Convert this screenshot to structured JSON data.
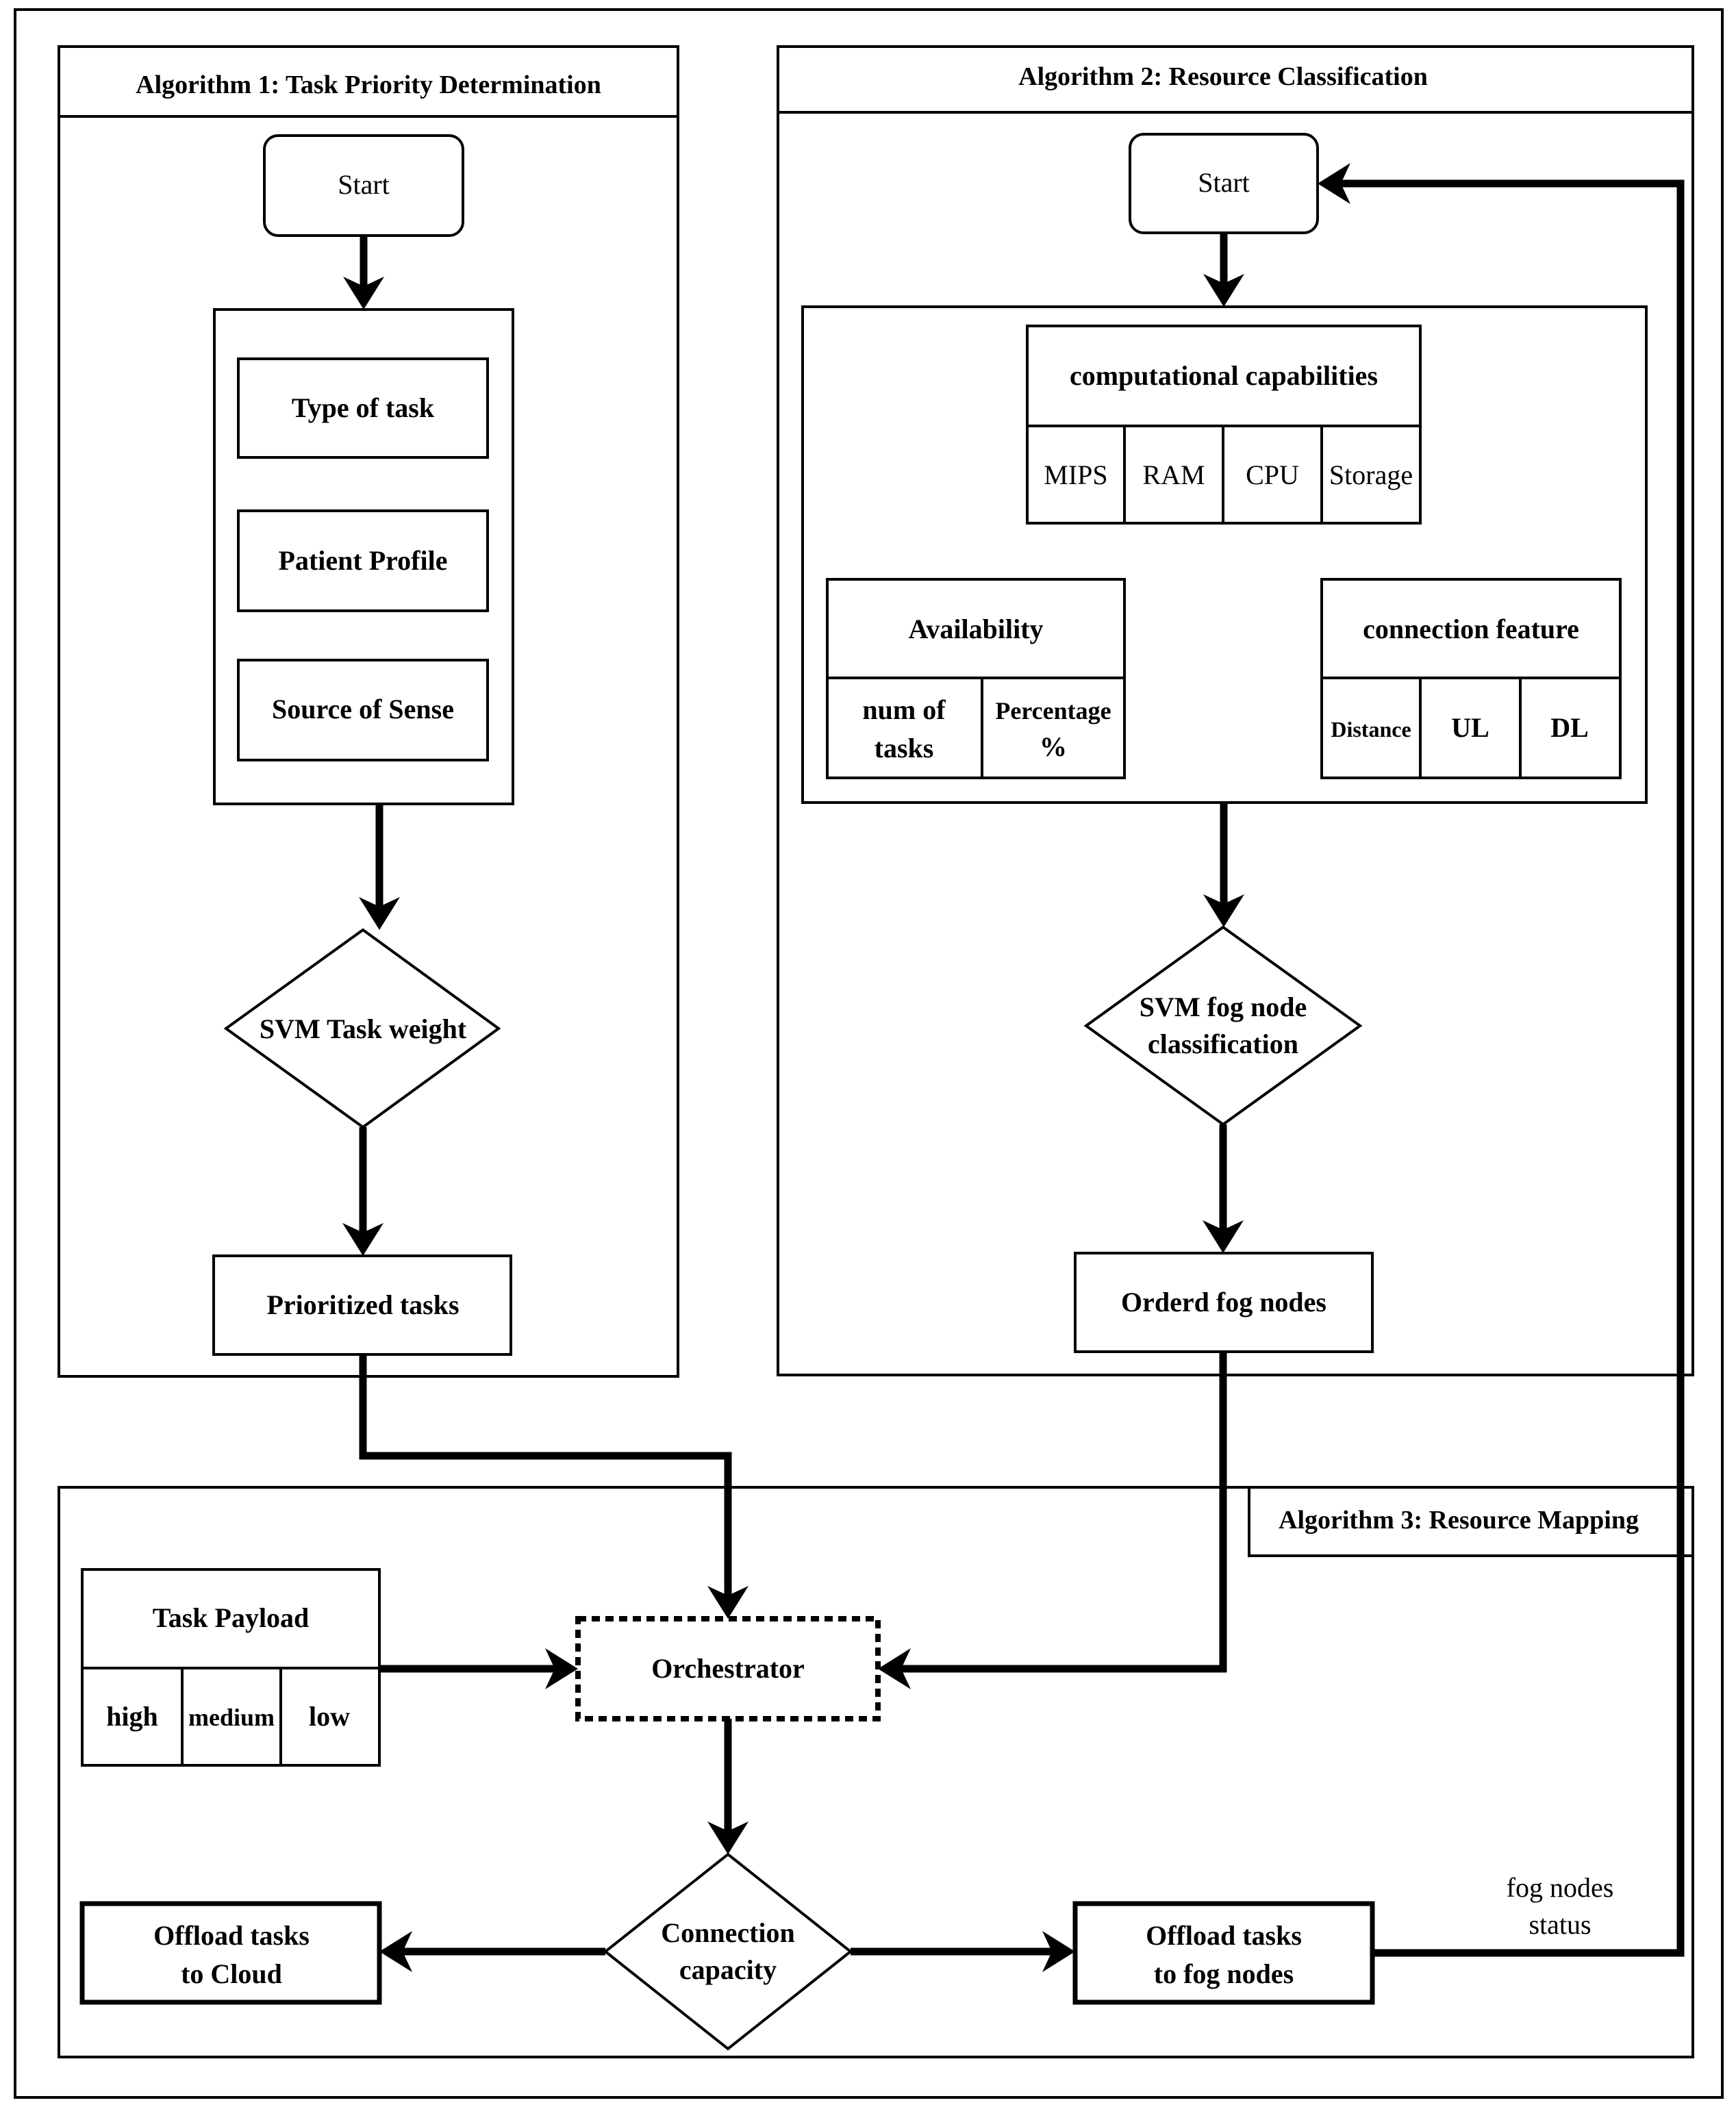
{
  "algorithm1": {
    "title": "Algorithm 1: Task Priority Determination",
    "start": "Start",
    "type_of_task": "Type of task",
    "patient_profile": "Patient Profile",
    "source_of_sense": "Source of Sense",
    "svm_task_weight": "SVM Task weight",
    "prioritized_tasks": "Prioritized tasks"
  },
  "algorithm2": {
    "title": "Algorithm 2: Resource Classification",
    "start": "Start",
    "computational": {
      "title": "computational capabilities",
      "cells": [
        "MIPS",
        "RAM",
        "CPU",
        "Storage"
      ]
    },
    "availability": {
      "title": "Availability",
      "num_tasks_line1": "num of",
      "num_tasks_line2": "tasks",
      "percentage_line1": "Percentage",
      "percentage_line2": "%"
    },
    "connection_feature": {
      "title": "connection feature",
      "cells": [
        "Distance",
        "UL",
        "DL"
      ]
    },
    "svm_line1": "SVM fog node",
    "svm_line2": "classification",
    "ordered_fog_nodes": "Orderd fog nodes"
  },
  "algorithm3": {
    "title": "Algorithm 3: Resource Mapping",
    "task_payload": {
      "title": "Task Payload",
      "cells": [
        "high",
        "medium",
        "low"
      ]
    },
    "orchestrator": "Orchestrator",
    "connection_line1": "Connection",
    "connection_line2": "capacity",
    "offload_cloud_line1": "Offload tasks",
    "offload_cloud_line2": "to Cloud",
    "offload_fog_line1": "Offload tasks",
    "offload_fog_line2": "to fog nodes",
    "status_line1": "fog nodes",
    "status_line2": "status"
  }
}
